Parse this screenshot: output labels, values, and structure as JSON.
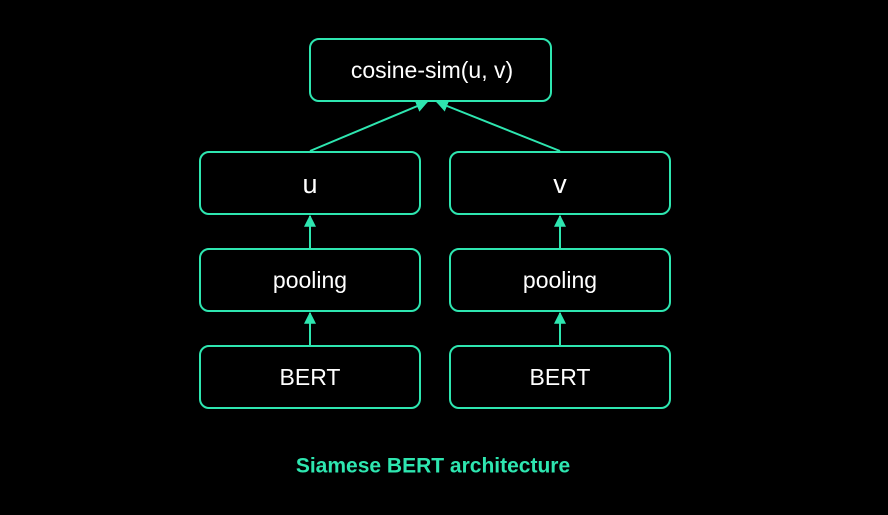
{
  "colors": {
    "background": "#000000",
    "accent": "#2ee6b0",
    "text": "#ffffff"
  },
  "nodes": {
    "cosine": "cosine-sim(u, v)",
    "u": "u",
    "v": "v",
    "pooling_left": "pooling",
    "pooling_right": "pooling",
    "bert_left": "BERT",
    "bert_right": "BERT"
  },
  "edges": [
    {
      "from": "bert_left",
      "to": "pooling_left"
    },
    {
      "from": "bert_right",
      "to": "pooling_right"
    },
    {
      "from": "pooling_left",
      "to": "u"
    },
    {
      "from": "pooling_right",
      "to": "v"
    },
    {
      "from": "u",
      "to": "cosine"
    },
    {
      "from": "v",
      "to": "cosine"
    }
  ],
  "caption": "Siamese BERT architecture"
}
